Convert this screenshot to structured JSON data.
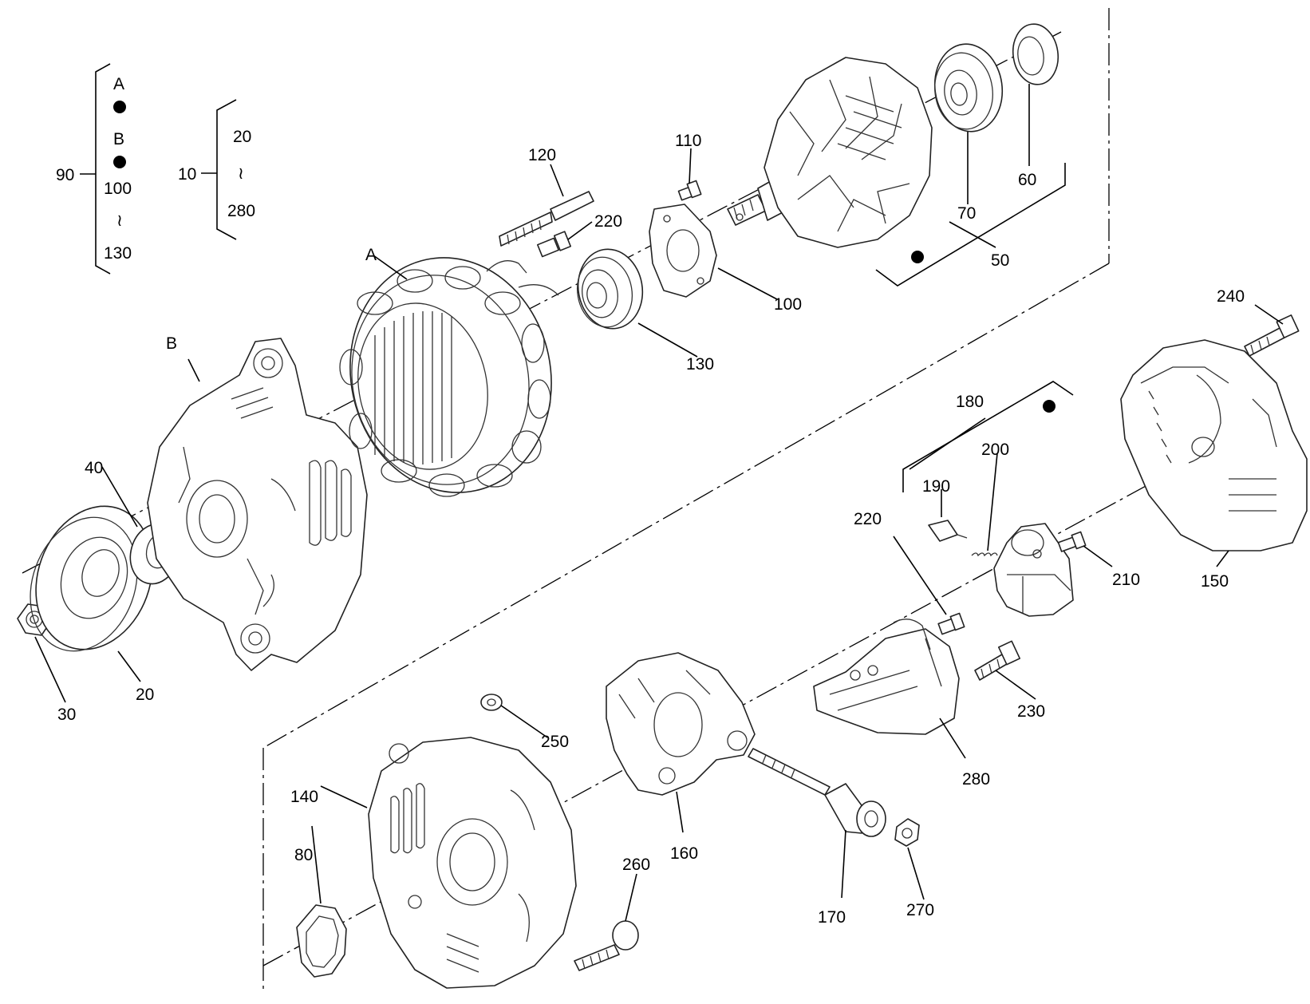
{
  "legend": {
    "group_90": {
      "ref": "90",
      "items": [
        "A",
        "B",
        "100",
        "130"
      ],
      "range_symbol": "≀"
    },
    "group_10": {
      "ref": "10",
      "from": "20",
      "to": "280",
      "range_symbol": "≀"
    }
  },
  "callouts": {
    "A": "A",
    "B": "B",
    "p20": "20",
    "p30": "30",
    "p40": "40",
    "p50": "50",
    "p60": "60",
    "p70": "70",
    "p80": "80",
    "p100": "100",
    "p110": "110",
    "p120": "120",
    "p130": "130",
    "p140": "140",
    "p150": "150",
    "p160": "160",
    "p170": "170",
    "p180": "180",
    "p190": "190",
    "p200": "200",
    "p210": "210",
    "p220a": "220",
    "p220b": "220",
    "p230": "230",
    "p240": "240",
    "p250": "250",
    "p260": "260",
    "p270": "270",
    "p280": "280"
  },
  "colors": {
    "line": "#000000",
    "background": "#ffffff"
  }
}
